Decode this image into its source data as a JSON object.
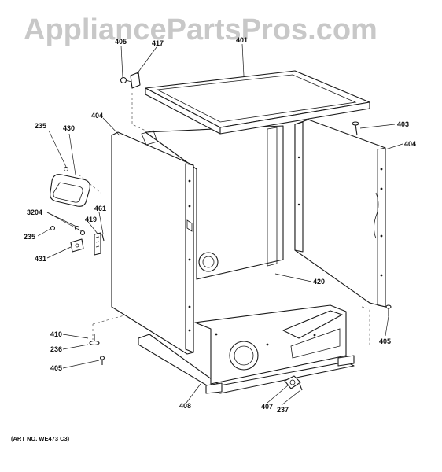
{
  "watermark": "AppliancePartsPros.com",
  "art_number": "(ART NO. WE473 C3)",
  "callouts": {
    "c405_top": "405",
    "c417": "417",
    "c401": "401",
    "c404_left": "404",
    "c403": "403",
    "c404_right": "404",
    "c235_top": "235",
    "c430": "430",
    "c3204": "3204",
    "c461": "461",
    "c419": "419",
    "c235_mid": "235",
    "c431": "431",
    "c420": "420",
    "c410": "410",
    "c236": "236",
    "c405_bottom": "405",
    "c405_right": "405",
    "c408": "408",
    "c407": "407",
    "c237": "237"
  }
}
